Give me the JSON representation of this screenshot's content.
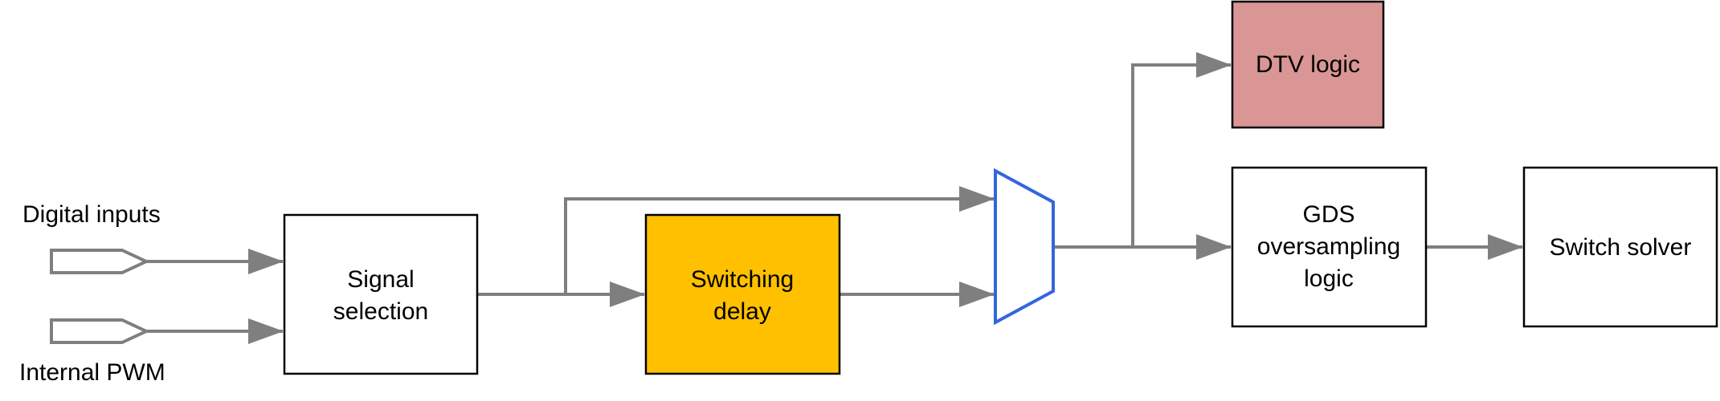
{
  "inputs": {
    "digital": "Digital inputs",
    "pwm": "Internal PWM"
  },
  "blocks": {
    "signal_selection": [
      "Signal",
      "selection"
    ],
    "switching_delay": [
      "Switching",
      "delay"
    ],
    "dtv_logic": "DTV logic",
    "gds_logic": [
      "GDS",
      "oversampling",
      "logic"
    ],
    "switch_solver": "Switch solver"
  },
  "colors": {
    "line": "#7f7f7f",
    "switching_delay_fill": "#ffc000",
    "dtv_fill": "#d99694",
    "mux_stroke": "#3366dd"
  }
}
